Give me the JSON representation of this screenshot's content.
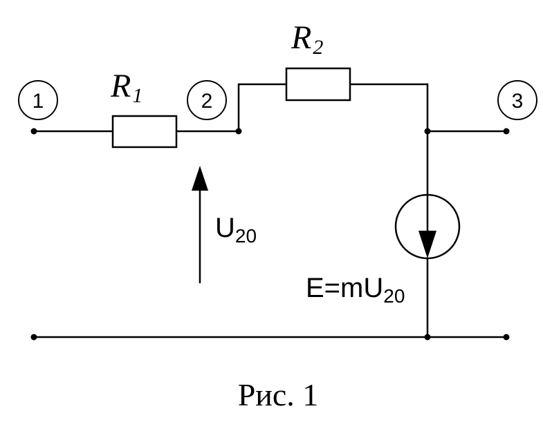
{
  "nodes": [
    {
      "id": "node-1",
      "label": "1"
    },
    {
      "id": "node-2",
      "label": "2"
    },
    {
      "id": "node-3",
      "label": "3"
    }
  ],
  "resistors": [
    {
      "id": "r1",
      "symbol": "R",
      "subscript": "1"
    },
    {
      "id": "r2",
      "symbol": "R",
      "subscript": "2"
    }
  ],
  "voltage": {
    "symbol": "U",
    "subscript": "20"
  },
  "source": {
    "prefix": "E=mU",
    "subscript": "20"
  },
  "caption": "Рис. 1"
}
